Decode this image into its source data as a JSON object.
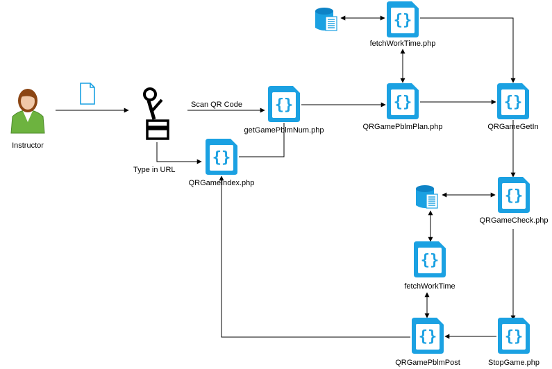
{
  "colors": {
    "accent": "#1BA1E2",
    "accent_dark": "#0E83C6",
    "line": "#000000",
    "instructor_skin": "#F0C8A8",
    "instructor_hair": "#8B4513",
    "instructor_suit": "#6DB33F"
  },
  "actors": {
    "instructor": "Instructor"
  },
  "nodes": {
    "getGamePblmNum": "getGamePblmNum.php",
    "qrGameIndex": "QRGameIndex.php",
    "fetchWorkTimePhp": "fetchWorkTime.php",
    "qrGamePblmPlan": "QRGamePblmPlan.php",
    "qrGameGetIn": "QRGameGetIn",
    "qrGameCheck": "QRGameCheck.php",
    "fetchWorkTime": "fetchWorkTime",
    "qrGamePblmPost": "QRGamePblmPost",
    "stopGame": "StopGame.php",
    "php_glyph": "{}"
  },
  "edges": {
    "scan_qr": "Scan QR Code",
    "type_url": "Type in URL"
  },
  "icons": {
    "document": "document-icon",
    "database": "database-icon",
    "user": "user-at-computer-icon",
    "instructor": "instructor-avatar-icon"
  }
}
